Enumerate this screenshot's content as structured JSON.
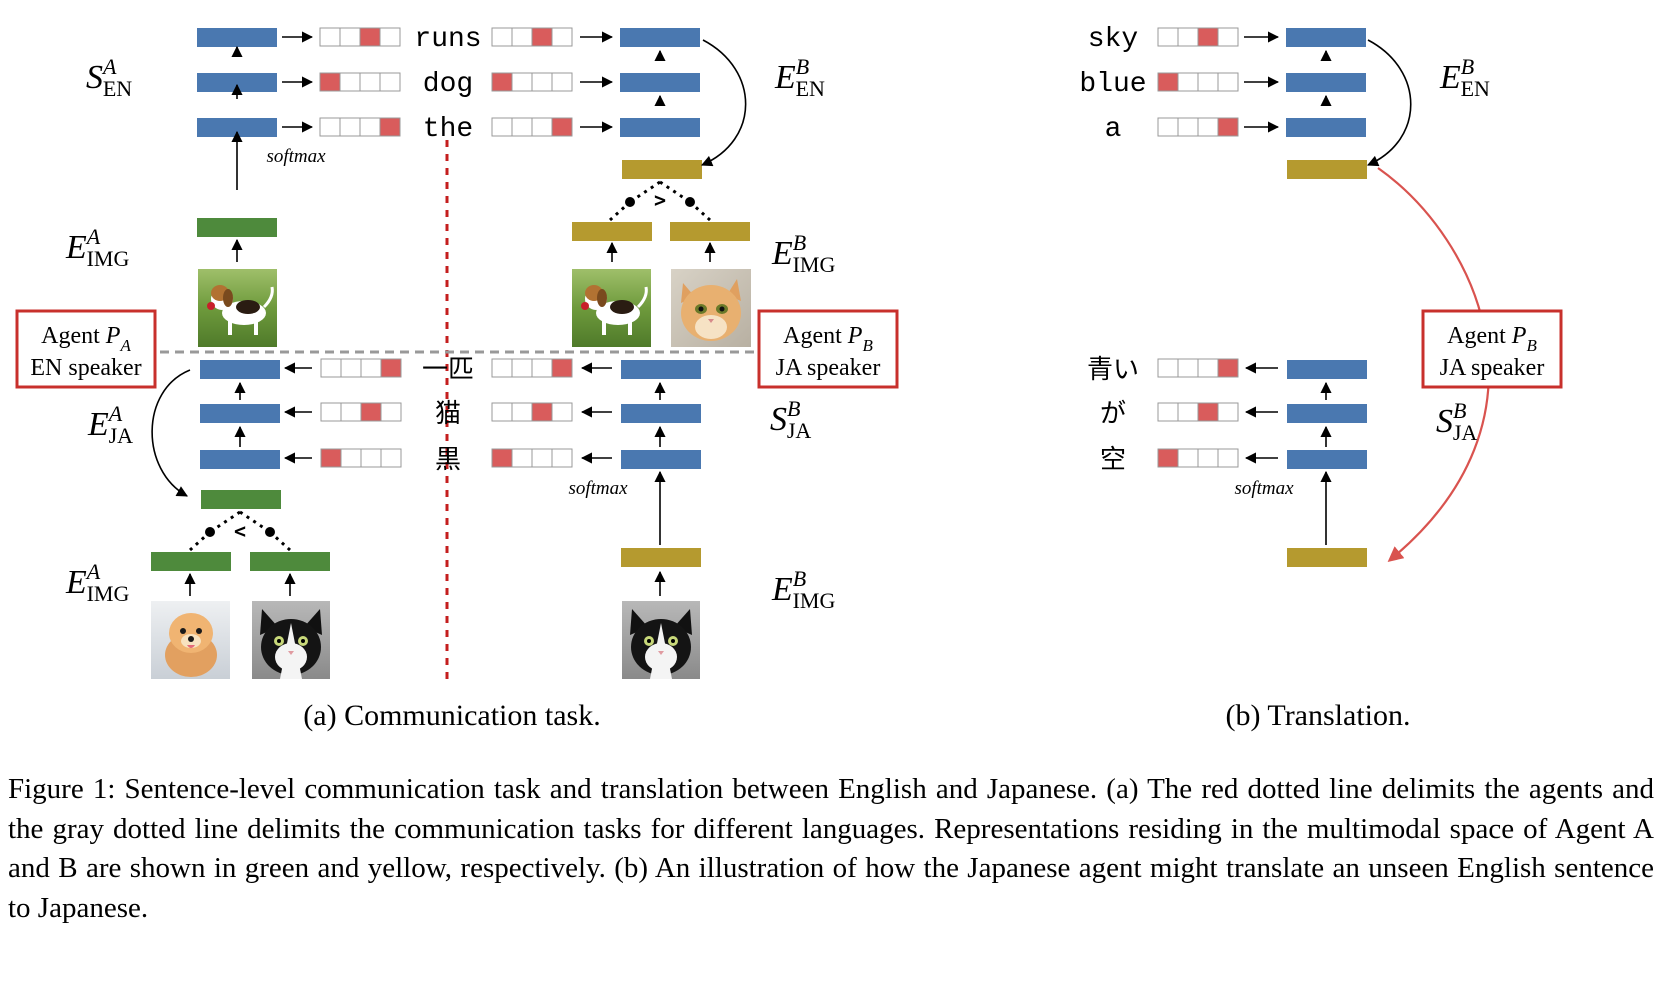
{
  "colors": {
    "hidden_state": "#4a78b0",
    "agent_a_multimodal": "#4e8a3c",
    "agent_b_multimodal": "#b59a2f",
    "onehot": "#d95c5c",
    "agent_divider": "#c41e1e",
    "task_divider": "#999999",
    "translation_arrow": "#d9534f",
    "agent_box": "#c8302c"
  },
  "agent_a": {
    "label_prefix": "Agent ",
    "var": "P",
    "sub": "A",
    "role": "EN speaker"
  },
  "agent_b": {
    "label_prefix": "Agent ",
    "var": "P",
    "sub": "B",
    "role": "JA speaker"
  },
  "agent_b_translation": {
    "label_prefix": "Agent ",
    "var": "P",
    "sub": "B",
    "role": "JA speaker"
  },
  "math": {
    "s_en_a": {
      "base": "S",
      "sup": "A",
      "sub": "EN"
    },
    "e_img_a_top": {
      "base": "E",
      "sup": "A",
      "sub": "IMG"
    },
    "e_ja_a": {
      "base": "E",
      "sup": "A",
      "sub": "JA"
    },
    "e_img_a_bottom": {
      "base": "E",
      "sup": "A",
      "sub": "IMG"
    },
    "e_en_b": {
      "base": "E",
      "sup": "B",
      "sub": "EN"
    },
    "e_img_b_top": {
      "base": "E",
      "sup": "B",
      "sub": "IMG"
    },
    "s_ja_b": {
      "base": "S",
      "sup": "B",
      "sub": "JA"
    },
    "e_img_b_bottom": {
      "base": "E",
      "sup": "B",
      "sub": "IMG"
    },
    "e_en_b_translation": {
      "base": "E",
      "sup": "B",
      "sub": "EN"
    },
    "s_ja_b_translation": {
      "base": "S",
      "sup": "B",
      "sub": "JA"
    }
  },
  "softmax_label": "softmax",
  "comparison": {
    "greater": ">",
    "less": "<"
  },
  "communication_en_words": [
    "runs",
    "dog",
    "the"
  ],
  "communication_ja_words": [
    "一匹",
    "猫",
    "黒"
  ],
  "translation_en_words": [
    "sky",
    "blue",
    "a"
  ],
  "translation_ja_words": [
    "青い",
    "が",
    "空"
  ],
  "panel_a_caption": "(a) Communication task.",
  "panel_b_caption": "(b) Translation.",
  "figure_caption": "Figure 1: Sentence-level communication task and translation between English and Japanese. (a) The red dotted line delimits the agents and the gray dotted line delimits the communication tasks for different languages. Representations residing in the multimodal space of Agent A and B are shown in green and yellow, respectively. (b) An illustration of how the Japanese agent might translate an unseen English sentence to Japanese.",
  "images": {
    "dog_beagle": "beagle-photo",
    "cat_orange": "orange-cat-photo",
    "dog_pomeranian": "pomeranian-photo",
    "cat_black_white": "black-white-cat-photo"
  }
}
